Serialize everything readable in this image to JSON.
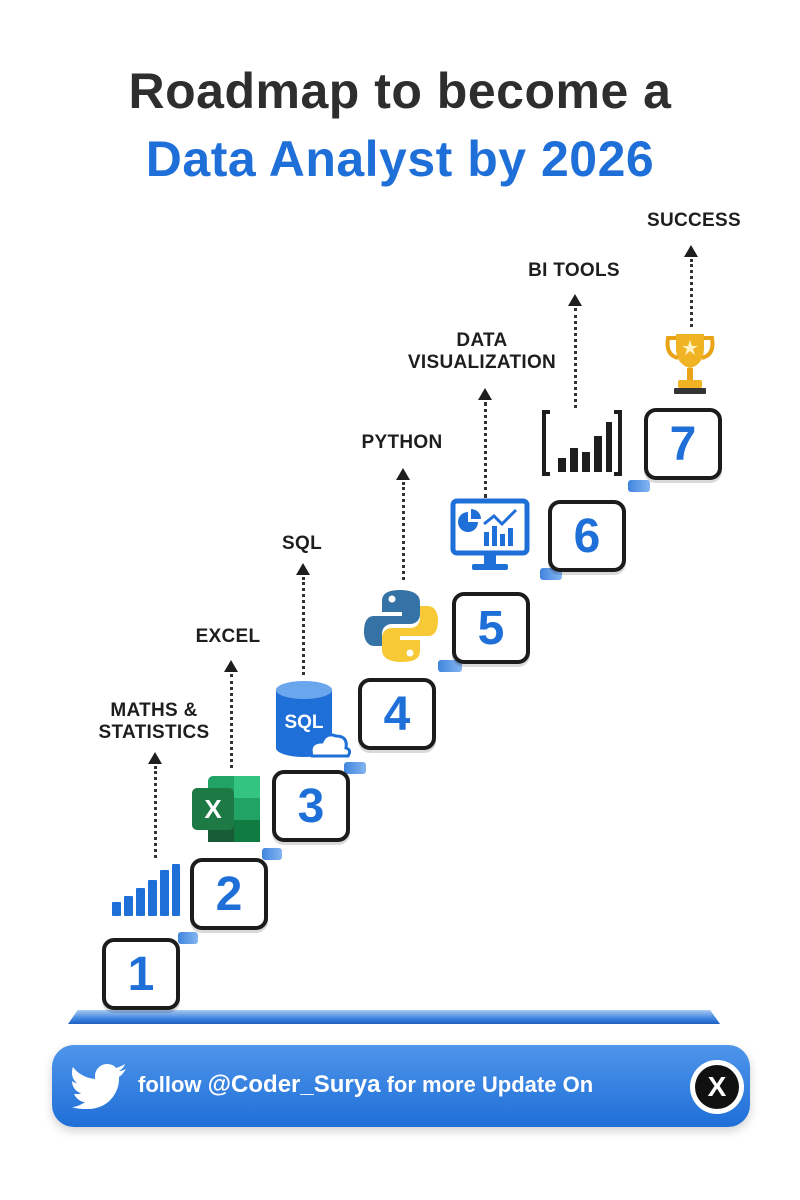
{
  "title": {
    "line1": "Roadmap to become a",
    "line2": "Data Analyst by 2026"
  },
  "steps": [
    {
      "number": "1"
    },
    {
      "number": "2"
    },
    {
      "number": "3"
    },
    {
      "number": "4"
    },
    {
      "number": "5"
    },
    {
      "number": "6"
    },
    {
      "number": "7"
    }
  ],
  "labels": {
    "maths_line1": "MATHS &",
    "maths_line2": "STATISTICS",
    "excel": "EXCEL",
    "sql": "SQL",
    "python": "PYTHON",
    "dataviz_line1": "DATA",
    "dataviz_line2": "VISUALIZATION",
    "bi_tools": "BI TOOLS",
    "success": "SUCCESS"
  },
  "icons": {
    "sql_icon_text": "SQL",
    "excel_icon_text": "X"
  },
  "footer": {
    "prefix": "follow ",
    "handle": "@Coder_Surya",
    "suffix": " for more Update On",
    "x_logo_text": "X"
  },
  "colors": {
    "accent_blue": "#1f6fd8",
    "title_dark": "#2e2e2e",
    "excel_green": "#1d7a45",
    "python_blue": "#3572A5",
    "python_yellow": "#f7c936",
    "trophy_gold": "#e8a317"
  }
}
